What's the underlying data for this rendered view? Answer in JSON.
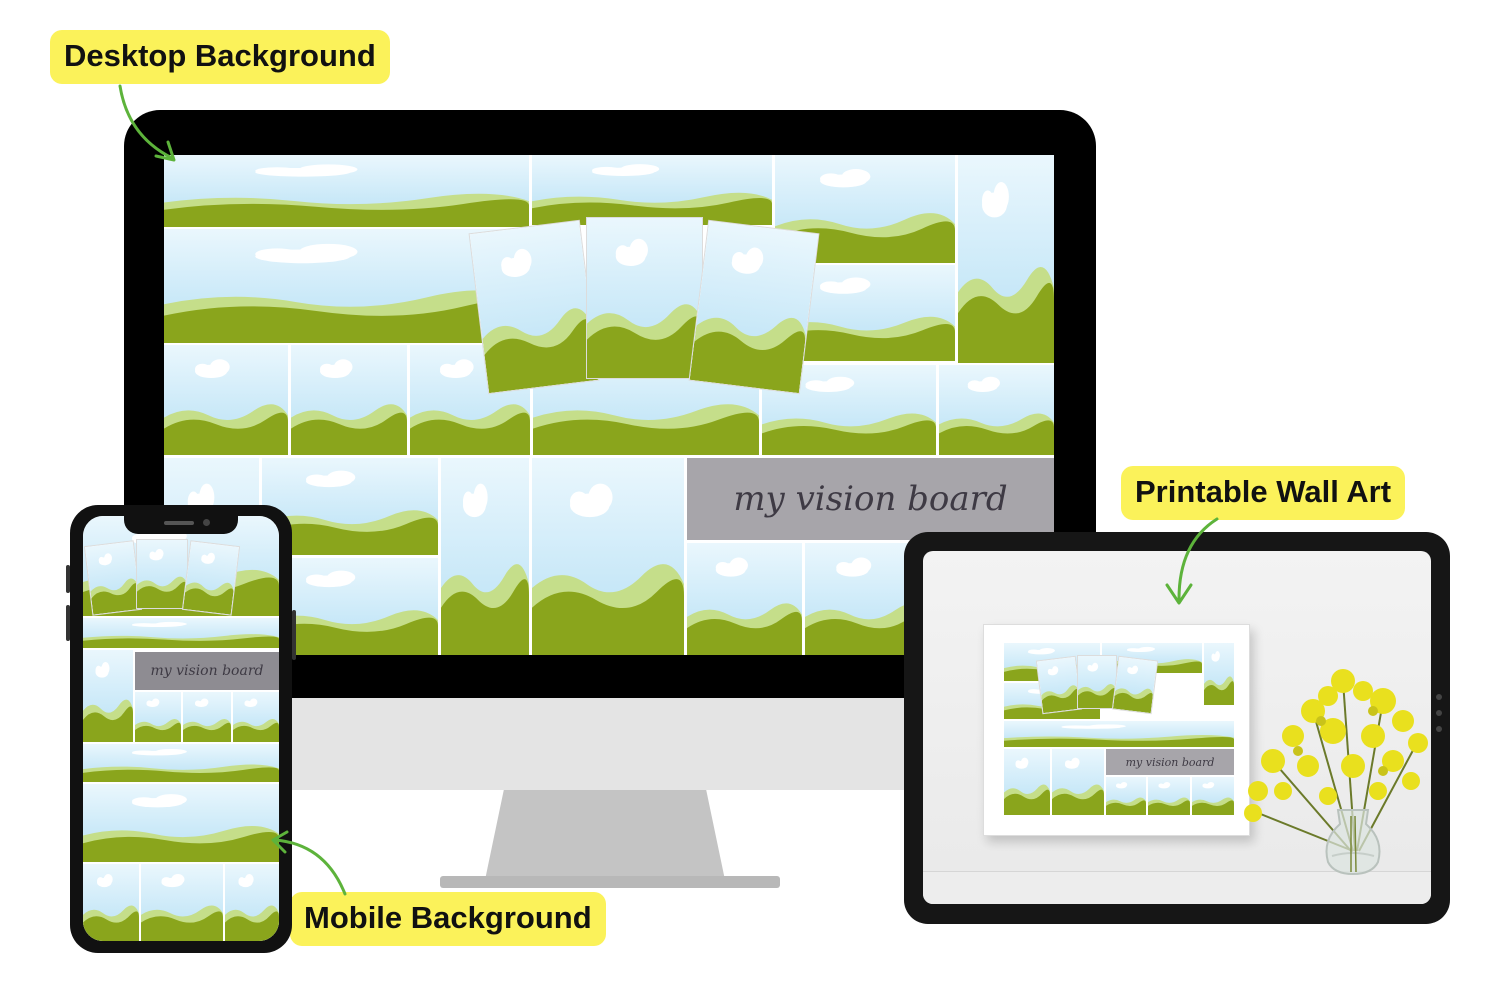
{
  "labels": {
    "desktop": "Desktop Background",
    "mobile": "Mobile Background",
    "printable": "Printable Wall Art"
  },
  "vision_board": {
    "title": "my vision board"
  },
  "colors": {
    "highlight": "#fbf25a",
    "arrow": "#5db33b",
    "sky_top": "#dff2fb",
    "sky_bottom": "#b9e2f6",
    "hill_light": "#c5de8a",
    "hill_dark": "#8aa51c",
    "title_box": "#a7a5aa",
    "flower_yellow": "#e9e01e"
  },
  "icons": [
    "arrow-icon",
    "cloud-icon",
    "hill-icon",
    "flower-icon",
    "vase-icon"
  ]
}
